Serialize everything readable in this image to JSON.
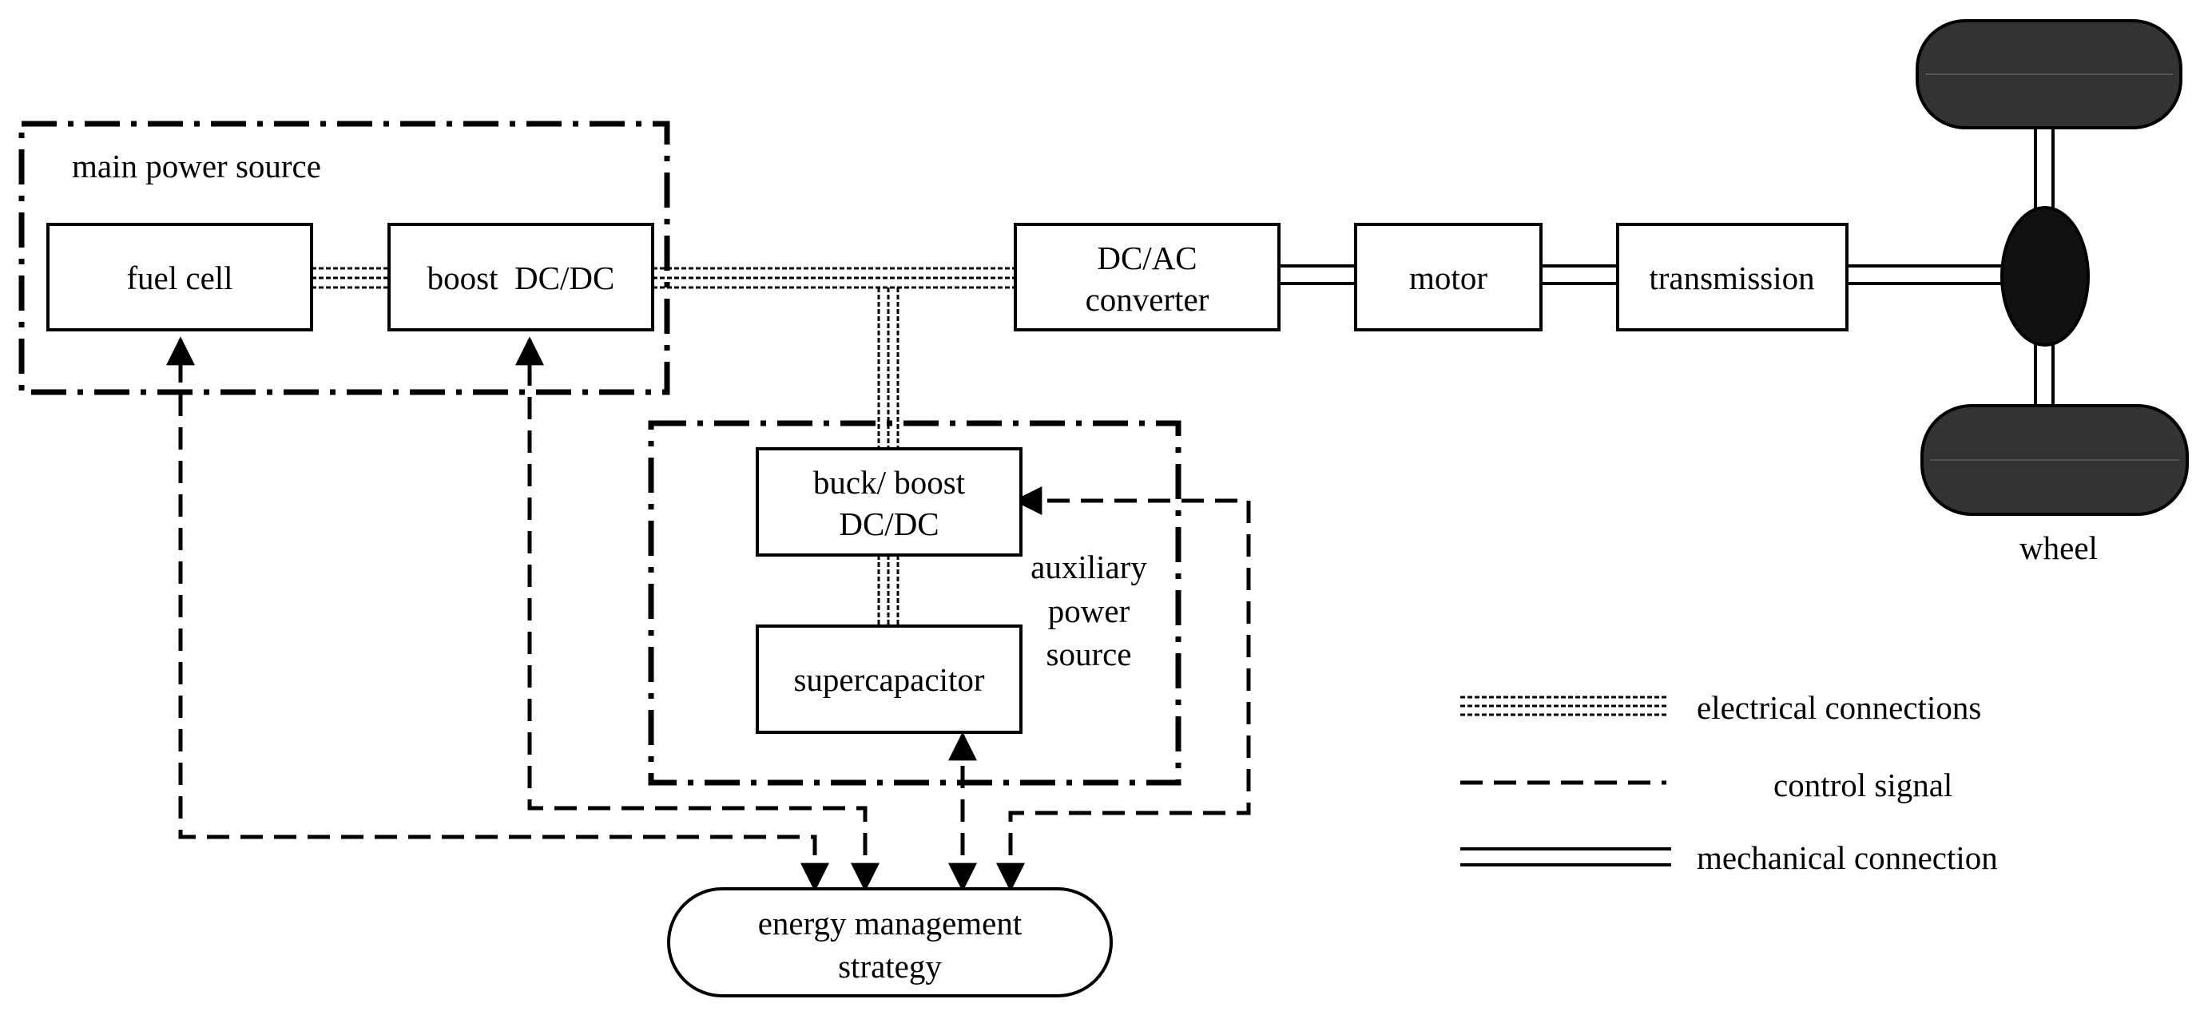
{
  "groups": {
    "main_power_source": "main power source",
    "auxiliary_line1": "auxiliary",
    "auxiliary_line2": "power",
    "auxiliary_line3": "source"
  },
  "nodes": {
    "fuel_cell": "fuel cell",
    "boost_dcdc": "boost  DC/DC",
    "dcac_line1": "DC/AC",
    "dcac_line2": "converter",
    "motor": "motor",
    "transmission": "transmission",
    "buckboost_line1": "buck/ boost",
    "buckboost_line2": "DC/DC",
    "supercapacitor": "supercapacitor",
    "ems_line1": "energy management",
    "ems_line2": "strategy",
    "wheel": "wheel"
  },
  "legend": {
    "electrical": "electrical connections",
    "control": "control signal",
    "mechanical": "mechanical connection"
  },
  "colors": {
    "line": "#000000",
    "wheel_fill": "#333333",
    "hub_fill": "#111111"
  }
}
